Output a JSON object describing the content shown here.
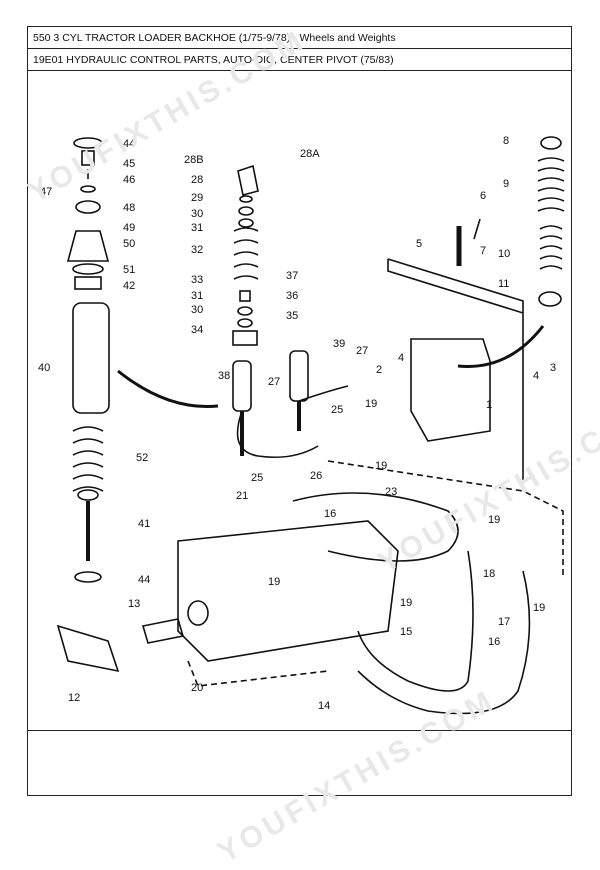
{
  "header": {
    "title": "550 3 CYL TRACTOR LOADER BACKHOE (1/75-9/78) - Wheels and Weights",
    "subtitle": "19E01 HYDRAULIC CONTROL PARTS, AUTO-DIG, CENTER PIVOT (75/83)"
  },
  "watermark": "YOUFIXTHIS.COM",
  "callouts": [
    "1",
    "2",
    "3",
    "4",
    "4",
    "5",
    "6",
    "7",
    "8",
    "9",
    "10",
    "11",
    "12",
    "13",
    "14",
    "15",
    "16",
    "16",
    "17",
    "18",
    "19",
    "19",
    "19",
    "19",
    "19",
    "19",
    "20",
    "21",
    "23",
    "25",
    "25",
    "26",
    "27",
    "27",
    "28",
    "28A",
    "28B",
    "29",
    "30",
    "30",
    "31",
    "31",
    "32",
    "33",
    "34",
    "35",
    "36",
    "37",
    "38",
    "39",
    "40",
    "41",
    "42",
    "44",
    "44",
    "45",
    "46",
    "47",
    "48",
    "49",
    "50",
    "51",
    "52"
  ]
}
